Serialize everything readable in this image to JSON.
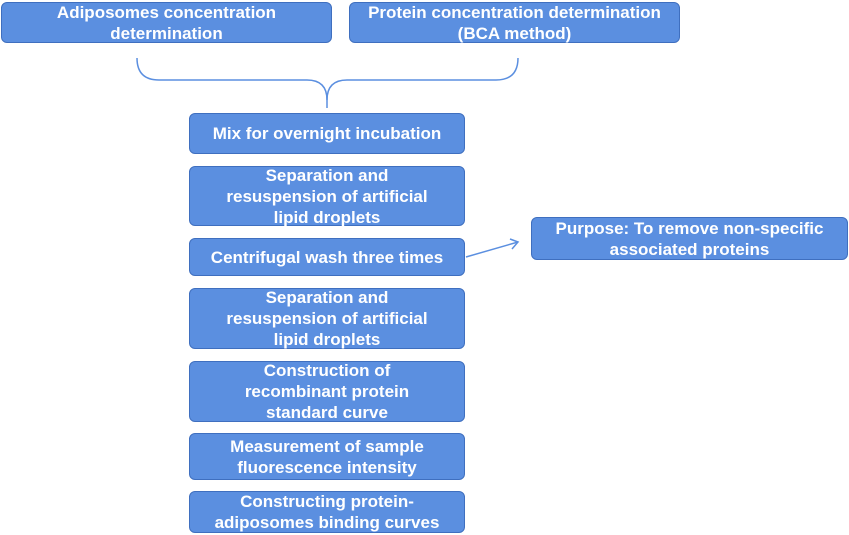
{
  "diagram": {
    "top_boxes": [
      {
        "id": "adiposomes",
        "text": "Adiposomes concentration determination"
      },
      {
        "id": "protein",
        "text": "Protein concentration determination (BCA method)"
      }
    ],
    "steps": [
      {
        "id": "mix",
        "text": "Mix for overnight incubation"
      },
      {
        "id": "sep1",
        "text": "Separation and resuspension of artificial lipid droplets"
      },
      {
        "id": "wash",
        "text": "Centrifugal wash three times"
      },
      {
        "id": "sep2",
        "text": "Separation and resuspension of artificial lipid droplets"
      },
      {
        "id": "construct",
        "text": "Construction of recombinant protein standard curve"
      },
      {
        "id": "measure",
        "text": "Measurement of sample fluorescence intensity"
      },
      {
        "id": "curves",
        "text": "Constructing protein-adiposomes binding curves"
      }
    ],
    "note": {
      "id": "purpose",
      "text": "Purpose: To remove non-specific associated proteins"
    },
    "colors": {
      "box_fill": "#5b8fe0",
      "box_border": "#3f6fbf",
      "connector": "#5b8fe0",
      "text": "#ffffff"
    }
  }
}
